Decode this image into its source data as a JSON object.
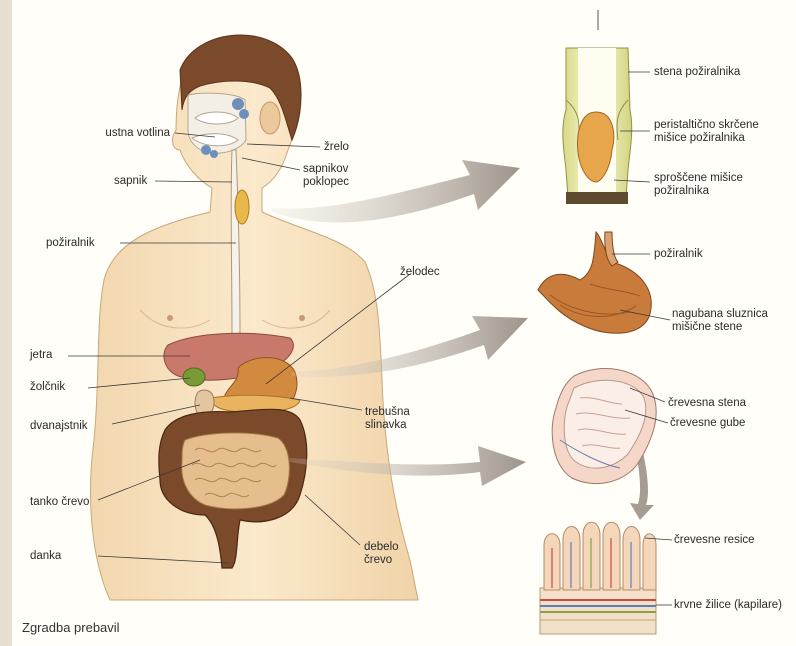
{
  "caption": "Zgradba prebavil",
  "labels": {
    "mouth_cavity": "ustna votlina",
    "pharynx": "žrelo",
    "epiglottis_1": "sapnikov",
    "epiglottis_2": "poklopec",
    "larynx": "sapnik",
    "esophagus": "požiralnik",
    "stomach": "želodec",
    "liver": "jetra",
    "gallbladder": "žolčnik",
    "pancreas_1": "trebušna",
    "pancreas_2": "slinavka",
    "duodenum": "dvanajstnik",
    "small_intestine": "tanko črevo",
    "rectum": "danka",
    "large_intestine_1": "debelo",
    "large_intestine_2": "črevo",
    "esophagus_wall": "stena požiralnika",
    "contracted_1": "peristaltično skrčene",
    "contracted_2": "mišice požiralnika",
    "relaxed_1": "sproščene mišice",
    "relaxed_2": "požiralnika",
    "esophagus_detail": "požiralnik",
    "mucosa_1": "nagubana sluznica",
    "mucosa_2": "mišične stene",
    "intestinal_wall": "črevesna stena",
    "intestinal_folds": "črevesne gube",
    "villi": "črevesne resice",
    "capillaries": "krvne žilice (kapilare)"
  }
}
